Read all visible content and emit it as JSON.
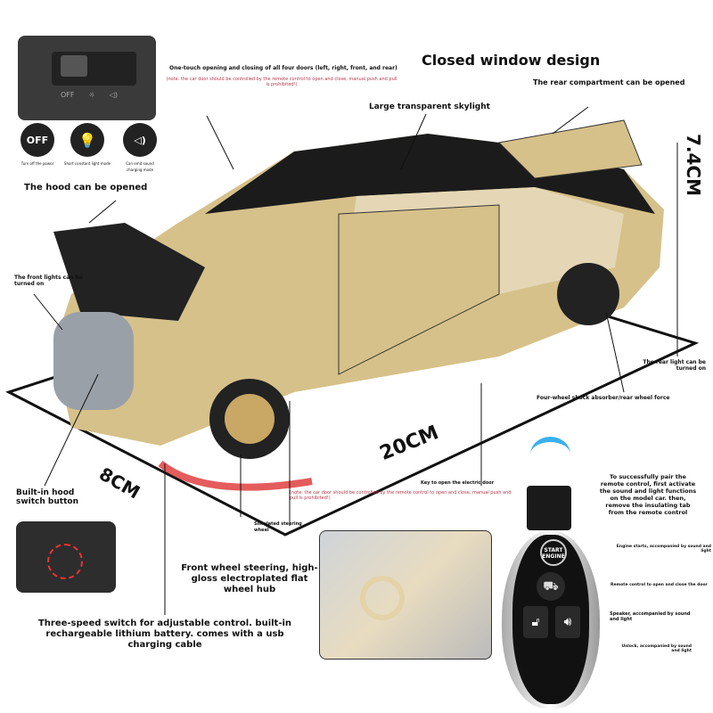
{
  "switch_panel": {
    "labels": [
      "OFF",
      "☼",
      "◁)"
    ]
  },
  "modes": [
    {
      "icon": "off-icon",
      "symbol": "OFF",
      "caption": "Turn off the power"
    },
    {
      "icon": "bulb-icon",
      "symbol": "💡",
      "caption": "Short constant light mode"
    },
    {
      "icon": "speaker-icon",
      "symbol": "◁)",
      "caption": "Can emit sound charging mode"
    }
  ],
  "labels": {
    "doors": "One-touch opening and closing of all four doors (left, right, front, and rear)",
    "doors_note": "(note: the car door should be controlled by the remote control to open and close, manual push and pull is prohibited!)",
    "closed_window": "Closed window design",
    "rear_compartment": "The rear compartment can be opened",
    "skylight": "Large transparent skylight",
    "hood": "The hood can be opened",
    "front_lights": "The front lights can be turned on",
    "rear_light": "The rear light can be turned on",
    "shock": "Four-wheel shock absorber/rear wheel force",
    "height": "7.4CM",
    "length": "20CM",
    "width": "8CM",
    "hood_switch": "Built-in hood switch button",
    "key_door": "Key to open the electric door",
    "key_note": "(note: the car door should be controlled by the remote control to open and close, manual push and pull is prohibited!)",
    "steering": "Simulated steering wheel",
    "front_wheel": "Front wheel steering, high-gloss electroplated flat wheel hub",
    "switch3": "Three-speed switch for adjustable control. built-in rechargeable lithium battery. comes with a usb charging cable",
    "pair": "To successfully pair the remote control, first activate the sound and light functions on the model car. then, remove the insulating tab from the remote control",
    "engine": "Engine starts, accompanied by sound and light",
    "remote_door": "Remote control to open and close the door",
    "speaker": "Speaker, accompanied by sound and light",
    "unlock": "Unlock, accompanied by sound and light",
    "start_button": "START ENGINE"
  }
}
